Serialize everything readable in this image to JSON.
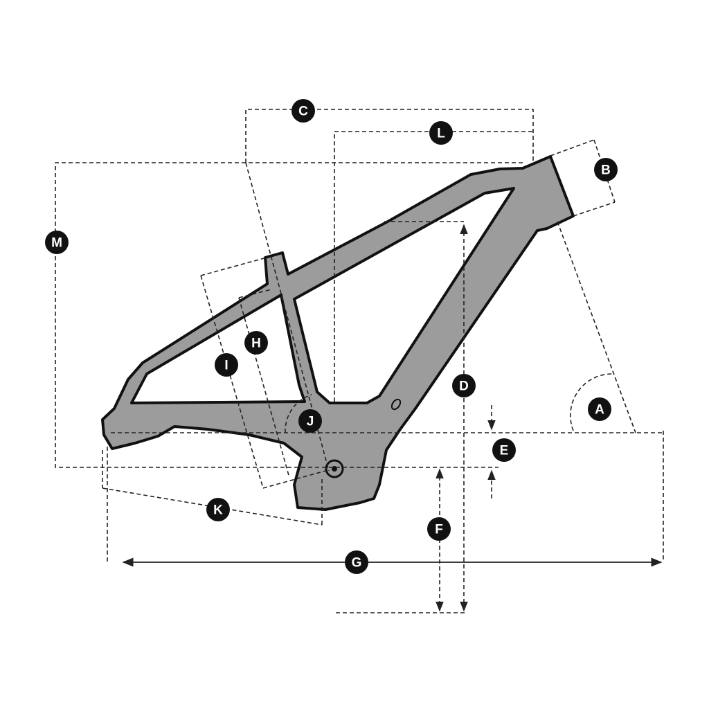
{
  "diagram": {
    "subject": "bicycle-frame-geometry",
    "frame_color": "#9c9c9c",
    "labels": {
      "A": "A",
      "B": "B",
      "C": "C",
      "D": "D",
      "E": "E",
      "F": "F",
      "G": "G",
      "H": "H",
      "I": "I",
      "J": "J",
      "K": "K",
      "L": "L",
      "M": "M"
    }
  }
}
